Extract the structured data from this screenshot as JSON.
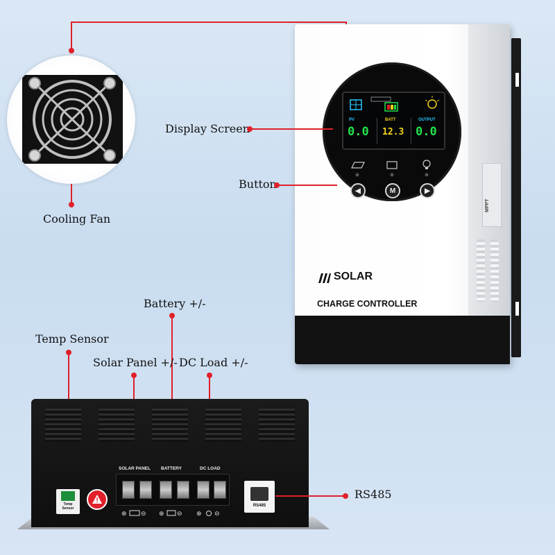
{
  "labels": {
    "cooling_fan": "Cooling Fan",
    "display_screen": "Display Screen",
    "button": "Button",
    "battery": "Battery +/-",
    "temp_sensor": "Temp Sensor",
    "solar_panel": "Solar Panel +/-",
    "dc_load": "DC Load +/-",
    "rs485": "RS485"
  },
  "controller": {
    "brand_line1": "SOLAR",
    "brand_line2": "CHARGE CONTROLLER",
    "side_text": "MPPT",
    "screen": {
      "left_header": "PV",
      "mid_header": "BATT",
      "right_header": "OUTPUT",
      "left_value": "0.0",
      "mid_value": "12.3",
      "right_value": "0.0"
    },
    "buttons": [
      "◀",
      "M",
      "▶"
    ]
  },
  "base_unit": {
    "term_solar": "SOLAR PANEL",
    "term_battery": "BATTERY",
    "term_dcload": "DC LOAD",
    "temp_label": "Temp\nSensor",
    "rs485_label": "RS485"
  },
  "colors": {
    "accent": "#e0202a",
    "screen_green": "#25e04a",
    "screen_cyan": "#28c8ff",
    "screen_yellow": "#f3d21a"
  }
}
